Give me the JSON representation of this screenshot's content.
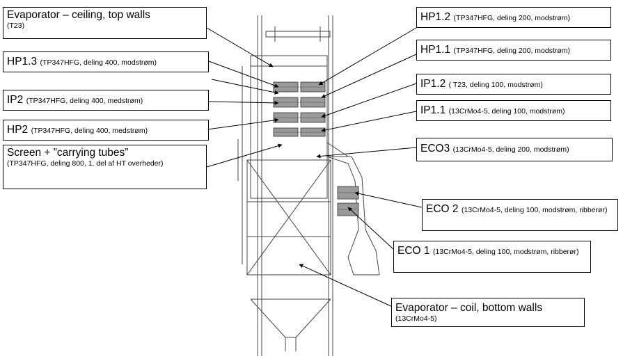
{
  "diagram": {
    "callouts": {
      "evap_top": {
        "title": "Evaporator – ceiling, top walls",
        "spec": "(T23)"
      },
      "hp13": {
        "title": "HP1.3",
        "spec": "(TP347HFG, deling 400, modstrøm)"
      },
      "ip2": {
        "title": "IP2",
        "spec": "(TP347HFG, deling 400, medstrøm)"
      },
      "hp2": {
        "title": "HP2",
        "spec": "(TP347HFG, deling 400, medstrøm)"
      },
      "screen": {
        "title": "Screen + ”carrying tubes”",
        "spec": "(TP347HFG, deling 800, 1. del af HT overheder)"
      },
      "hp12": {
        "title": "HP1.2",
        "spec": "(TP347HFG, deling 200, modstrøm)"
      },
      "hp11": {
        "title": "HP1.1",
        "spec": "(TP347HFG, deling 200, modstrøm)"
      },
      "ip12": {
        "title": "IP1.2",
        "spec": "( T23, deling 100, modstrøm)"
      },
      "ip11": {
        "title": "IP1.1",
        "spec": "(13CrMo4-5, deling 100, modstrøm)"
      },
      "eco3": {
        "title": "ECO3",
        "spec": "(13CrMo4-5, deling 200, modstrøm)"
      },
      "eco2": {
        "title": "ECO 2",
        "spec": "(13CrMo4-5, deling 100, modstrøm, ribberør)"
      },
      "eco1": {
        "title": "ECO 1",
        "spec": "(13CrMo4-5, deling 100, modstrøm, ribberør)"
      },
      "evap_bottom": {
        "title": "Evaporator – coil, bottom walls",
        "spec": "(13CrMo4-5)"
      }
    }
  }
}
